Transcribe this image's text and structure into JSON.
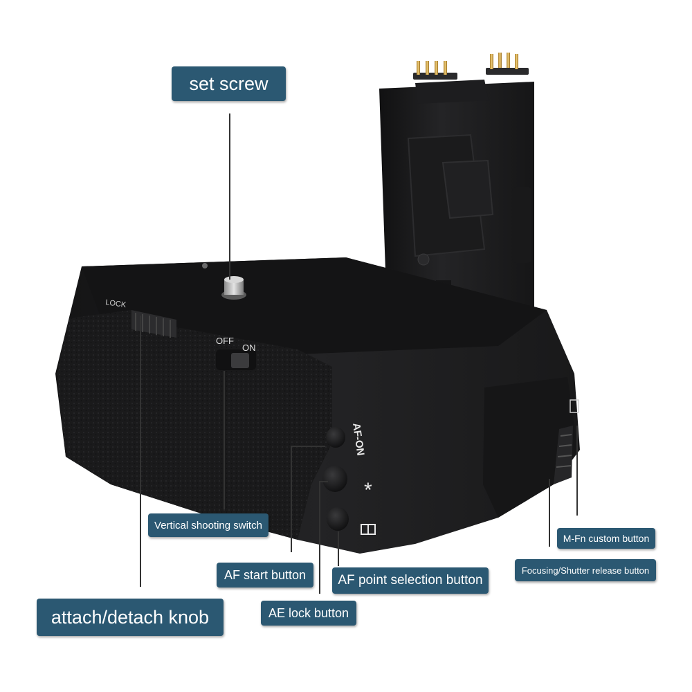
{
  "labels": {
    "set_screw": "set screw",
    "vertical_shooting_switch": "Vertical shooting switch",
    "af_start_button": "AF start button",
    "af_point_selection_button": "AF point selection button",
    "ae_lock_button": "AE lock button",
    "attach_detach_knob": "attach/detach knob",
    "mfn_custom_button": "M-Fn custom button",
    "focusing_shutter_release_button": "Focusing/Shutter release button"
  },
  "product_markings": {
    "lock": "LOCK",
    "off": "OFF",
    "on": "ON",
    "af_on": "AF-ON",
    "asterisk": "*"
  },
  "colors": {
    "label_background": "#2b5872",
    "label_text": "#ffffff",
    "grip_body": "#1c1c1e",
    "leader_line": "#333333"
  }
}
